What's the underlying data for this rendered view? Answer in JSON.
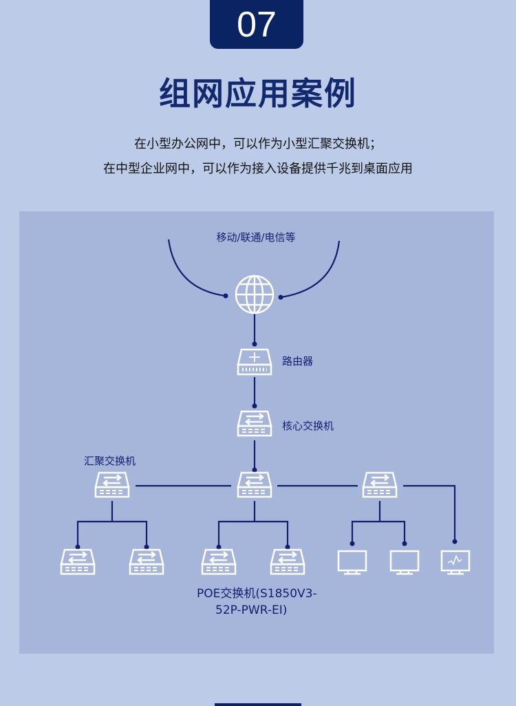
{
  "badge": "07",
  "title": "组网应用案例",
  "subtitle_lines": [
    "在小型办公网中，可以作为小型汇聚交换机；",
    "在中型企业网中，可以作为接入设备提供千兆到桌面应用"
  ],
  "diagram": {
    "isp_label": "移动/联通/电信等",
    "router_label": "路由器",
    "core_label": "核心交换机",
    "aggregation_label": "汇聚交换机",
    "poe_label_line1": "POE交换机(S1850V3-",
    "poe_label_line2": "52P-PWR-EI)"
  },
  "colors": {
    "navy": "#0a2463",
    "line": "#0f1f6e",
    "panel": "#a6b6da",
    "background": "#bccbe8"
  }
}
